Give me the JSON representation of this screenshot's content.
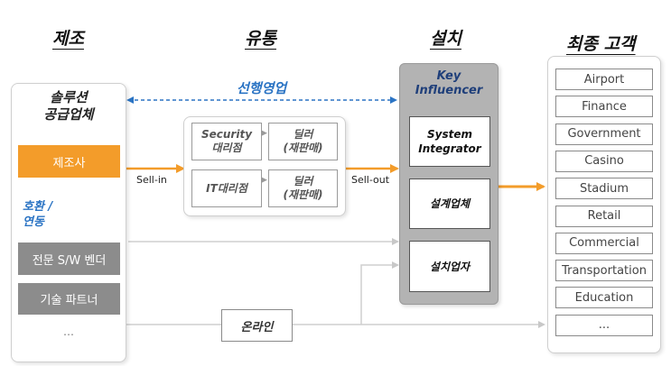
{
  "headers": {
    "manufacturing": "제조",
    "distribution": "유통",
    "installation": "설치",
    "end_customer": "최종 고객"
  },
  "solution_supplier": {
    "title": "솔루션\n공급업체",
    "manufacturer": "제조사",
    "compat_label": "호환 /\n연동",
    "sw_vendor": "전문 S/W 벤더",
    "tech_partner": "기술 파트너",
    "more": "…"
  },
  "lead_sales": "선행영업",
  "distribution_boxes": [
    {
      "agent": "Security\n대리점",
      "dealer": "딜러\n(재판매)"
    },
    {
      "agent": "IT대리점",
      "dealer": "딜러\n(재판매)"
    }
  ],
  "flow_labels": {
    "sell_in": "Sell-in",
    "sell_out": "Sell-out"
  },
  "online": "온라인",
  "key_influencer": {
    "title": "Key\nInfluencer",
    "items": [
      "System\nIntegrator",
      "설계업체",
      "설치업자"
    ]
  },
  "customers": [
    "Airport",
    "Finance",
    "Government",
    "Casino",
    "Stadium",
    "Retail",
    "Commercial",
    "Transportation",
    "Education",
    "..."
  ],
  "colors": {
    "accent_orange": "#f39c2a",
    "lead_blue": "#2b74c4",
    "gray_box": "#8c8c8c",
    "key_panel": "#b3b3b3"
  }
}
